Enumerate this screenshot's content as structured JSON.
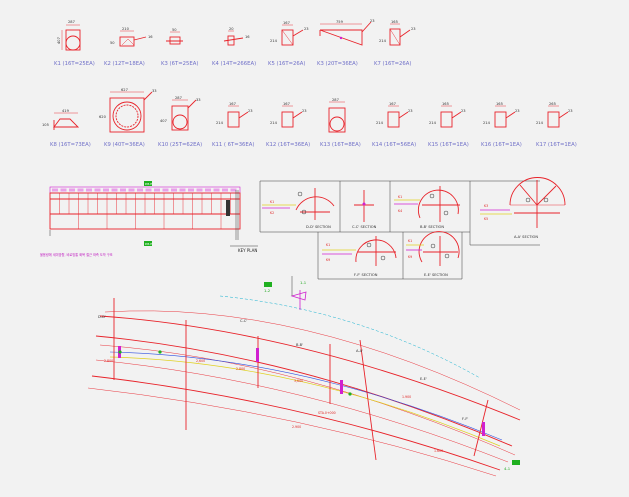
{
  "keys": {
    "row1": [
      {
        "id": "K1",
        "label": "K1 (16T=25EA)"
      },
      {
        "id": "K2",
        "label": "K2 (12T=18EA)"
      },
      {
        "id": "K3",
        "label": "K3 (6T=25EA)"
      },
      {
        "id": "K4",
        "label": "K4 (14T=266EA)"
      },
      {
        "id": "K5",
        "label": "K5 (16T=26A)"
      },
      {
        "id": "K3b",
        "label": "K3 (20T=36EA)"
      },
      {
        "id": "K7",
        "label": "K7 (16T=26A)"
      }
    ],
    "row2": [
      {
        "id": "K8",
        "label": "K8 (16T=73EA)"
      },
      {
        "id": "K9",
        "label": "K9 (40T=36EA)"
      },
      {
        "id": "K10",
        "label": "K10 (25T=62EA)"
      },
      {
        "id": "K11",
        "label": "K11 ( 6T=36EA)"
      },
      {
        "id": "K12",
        "label": "K12 (16T=36EA)"
      },
      {
        "id": "K13",
        "label": "K13 (16T=8EA)"
      },
      {
        "id": "K14",
        "label": "K14 (16T=56EA)"
      },
      {
        "id": "K15",
        "label": "K15 (16T=1EA)"
      },
      {
        "id": "K16",
        "label": "K16 (16T=1EA)"
      },
      {
        "id": "K17",
        "label": "K17 (16T=1EA)"
      }
    ],
    "dims": {
      "k1_top": "287",
      "k1_side": "407",
      "k2_top": "210",
      "k2_side": "50",
      "k3_top": "50",
      "k4_top": "20",
      "k5_top": "167",
      "k5_side": "214",
      "k3b_top": "759",
      "k7_top": "165",
      "k7_side": "214",
      "k8_top": "419",
      "k8_side": "105",
      "k9_top": "627",
      "k9_side": "620",
      "k10_top": "287",
      "k10_side": "407",
      "k11_top": "167",
      "k11_side": "214",
      "k12_top": "167",
      "k12_side": "214",
      "k13_top": "287",
      "k14_top": "167",
      "k14_side": "214",
      "k15_top": "165",
      "k15_side": "214",
      "k16_top": "165",
      "k16_side": "214",
      "k17_top": "265",
      "k17_side": "214",
      "small": "23",
      "small2": "16",
      "small3": "33"
    }
  },
  "key_plan": {
    "title": "KEY PLAN",
    "top_tag": "P.B.E",
    "bottom_tag": "P.B.E",
    "note": "불용량에 세미방향, 비로방통 화복 철근 좌측 도막 구조"
  },
  "sections": [
    {
      "id": "D-D",
      "label": "D-D' SECTION"
    },
    {
      "id": "C-C",
      "label": "C-C' SECTION"
    },
    {
      "id": "B-B",
      "label": "B-B' SECTION"
    },
    {
      "id": "A-A",
      "label": "A-A' SECTION"
    },
    {
      "id": "F-F",
      "label": "F-F' SECTION"
    },
    {
      "id": "E-E",
      "label": "E-E' SECTION"
    }
  ],
  "plan": {
    "labels": [
      "D-D'",
      "C-C'",
      "B-B'",
      "A-A'",
      "E-E'",
      "F-F'"
    ],
    "dims": [
      "2.800",
      "2,600",
      "2.800",
      "3,600",
      "1.900",
      "2.900",
      "1.600"
    ],
    "badges": [
      "1-2",
      "1-1",
      "4-1"
    ]
  },
  "colors": {
    "red": "#e8232a",
    "magenta": "#d020d0",
    "blue": "#3050e0",
    "green": "#20b020",
    "cyan": "#10b0d0",
    "yellow": "#e0d020"
  }
}
